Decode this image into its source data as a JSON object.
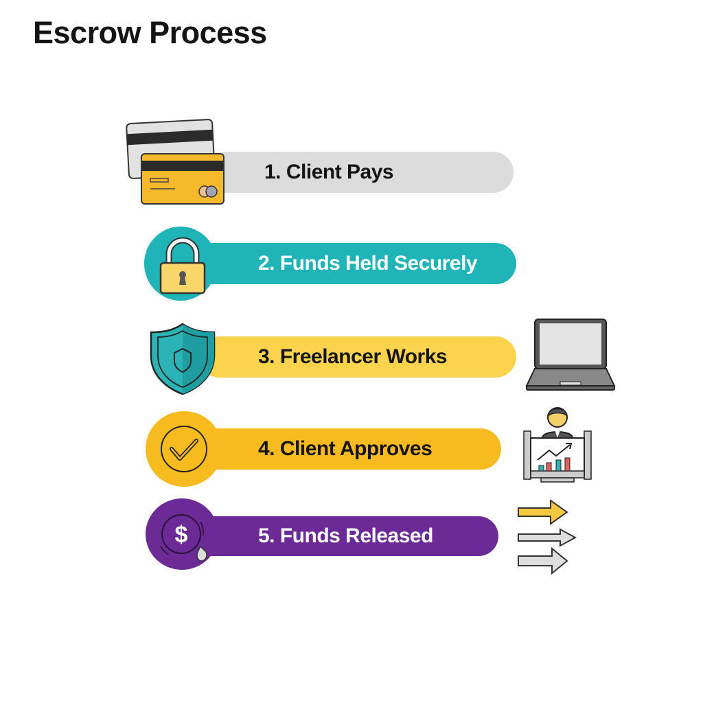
{
  "title": "Escrow Process",
  "steps": [
    {
      "label": "1. Client Pays",
      "color": "#dcdcdc",
      "text_color": "#151515",
      "icon": "credit-cards-icon",
      "side_icon": ""
    },
    {
      "label": "2. Funds Held Securely",
      "color": "#1fb4b7",
      "text_color": "#ffffff",
      "icon": "padlock-icon",
      "side_icon": ""
    },
    {
      "label": "3. Freelancer Works",
      "color": "#fcd34d",
      "text_color": "#151515",
      "icon": "shield-icon",
      "side_icon": "laptop-icon"
    },
    {
      "label": "4. Client Approves",
      "color": "#f8bb1f",
      "text_color": "#151515",
      "icon": "checkmark-circle-icon",
      "side_icon": "presenter-chart-icon"
    },
    {
      "label": "5. Funds Released",
      "color": "#6b2a95",
      "text_color": "#ffffff",
      "icon": "dollar-coin-icon",
      "side_icon": "arrows-right-icon"
    }
  ]
}
